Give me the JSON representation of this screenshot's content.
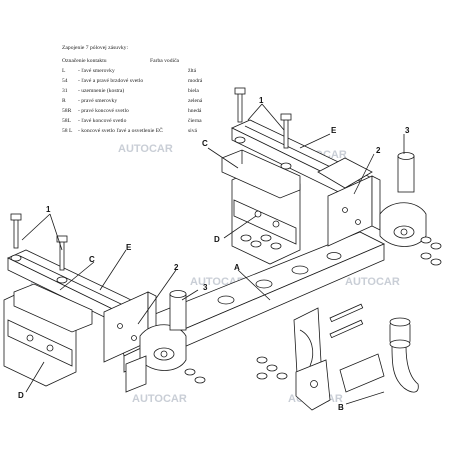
{
  "legend": {
    "title": "Zapojenie 7 pólovej zásuvky:",
    "col_marking": "Označenie kontaktu",
    "col_color": "Farba vodiča",
    "rows": [
      {
        "code": "L",
        "desc": "- ľavé smerovky",
        "color": "žltá"
      },
      {
        "code": "54",
        "desc": "- ľavé a pravé brzdové svetlo",
        "color": "modrá"
      },
      {
        "code": "31",
        "desc": "- uzemnenie (kostra)",
        "color": "biela"
      },
      {
        "code": "R",
        "desc": "- pravé smerovky",
        "color": "zelená"
      },
      {
        "code": "58R",
        "desc": "- pravé koncové svetlo",
        "color": "hnedá"
      },
      {
        "code": "58L",
        "desc": "- ľavé koncové svetlo",
        "color": "čierna"
      },
      {
        "code": "58 L",
        "desc": "- koncové svetlo ľavé a osvetlenie EČ",
        "color": "sivá"
      }
    ]
  },
  "watermark": "AUTOCAR",
  "labels": {
    "A": "A",
    "B": "B",
    "C": "C",
    "D": "D",
    "E": "E",
    "one": "1",
    "two": "2",
    "three": "3"
  }
}
